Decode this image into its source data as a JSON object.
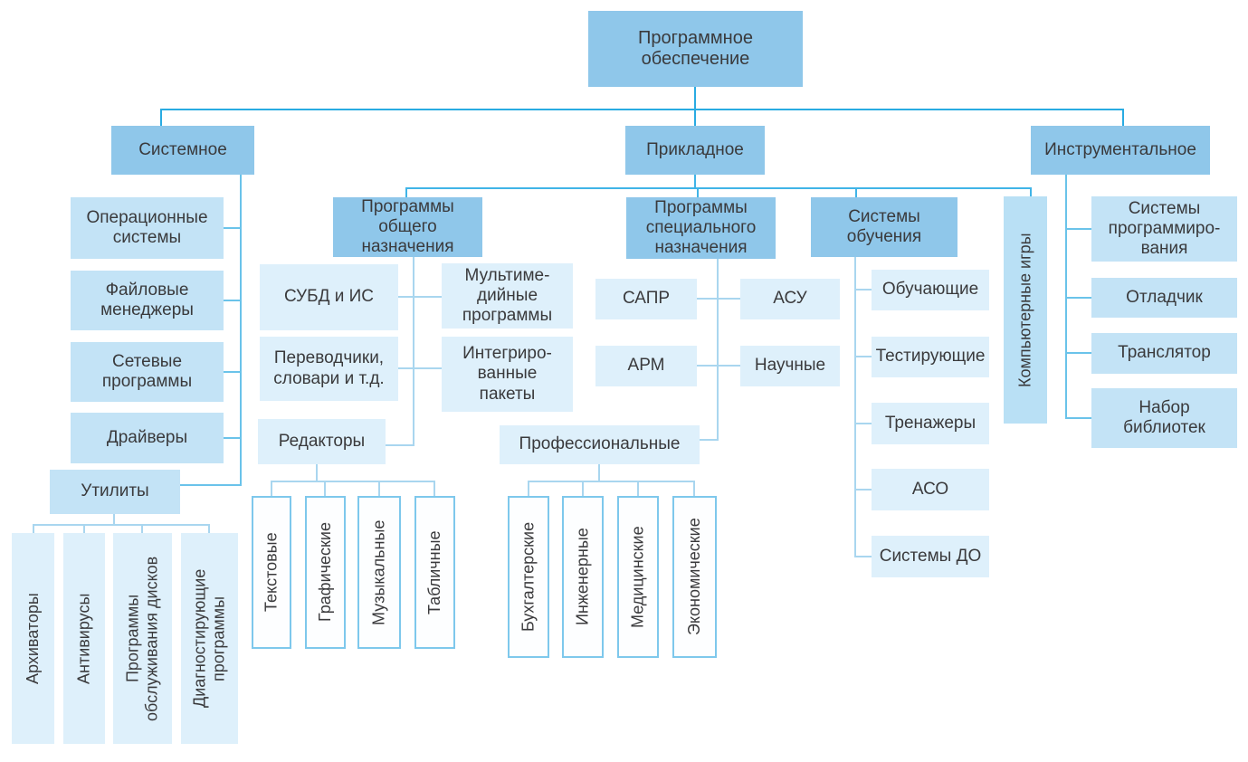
{
  "colors": {
    "header_fill": "#8fc7ea",
    "light_fill": "#c3e3f6",
    "extra_light_fill": "#def0fb",
    "games_fill": "#b9e0f5",
    "white_box_border": "#7ec8ec",
    "line_dark": "#29abe2",
    "line_mid_blue": "#40b4e7",
    "line_mid": "#6ac3ea",
    "line_light": "#a9d6ef",
    "text": "#3a3a3c"
  },
  "nodes": {
    "root": {
      "label": "Программное\nобеспечение"
    },
    "sistemnoe": {
      "label": "Системное"
    },
    "prikladnoe": {
      "label": "Прикладное"
    },
    "instrumentalnoe": {
      "label": "Инструментальное"
    },
    "os": {
      "label": "Операционные\nсистемы"
    },
    "file_managers": {
      "label": "Файловые\nменеджеры"
    },
    "network_programs": {
      "label": "Сетевые\nпрограммы"
    },
    "drivers": {
      "label": "Драйверы"
    },
    "utility": {
      "label": "Утилиты"
    },
    "archivers": {
      "label": "Архиваторы"
    },
    "antivirus": {
      "label": "Антивирусы"
    },
    "disk_service": {
      "label": "Программы\nобслуживания дисков"
    },
    "diagnostic": {
      "label": "Диагностирующие\nпрограммы"
    },
    "general_purpose": {
      "label": "Программы\nобщего\nназначения"
    },
    "dbms": {
      "label": "СУБД и ИС"
    },
    "multimedia": {
      "label": "Мультиме-\nдийные\nпрограммы"
    },
    "translators_dict": {
      "label": "Переводчики,\nсловари и т.д."
    },
    "integrated": {
      "label": "Интегриро-\nванные\nпакеты"
    },
    "editors": {
      "label": "Редакторы"
    },
    "text_editors": {
      "label": "Текстовые"
    },
    "graphic_editors": {
      "label": "Графические"
    },
    "music_editors": {
      "label": "Музыкальные"
    },
    "table_editors": {
      "label": "Табличные"
    },
    "special_purpose": {
      "label": "Программы\nспециального\nназначения"
    },
    "sapr": {
      "label": "САПР"
    },
    "asu": {
      "label": "АСУ"
    },
    "arm": {
      "label": "АРМ"
    },
    "scientific": {
      "label": "Научные"
    },
    "professional": {
      "label": "Профессиональные"
    },
    "accounting": {
      "label": "Бухгалтерские"
    },
    "engineering": {
      "label": "Инженерные"
    },
    "medical": {
      "label": "Медицинские"
    },
    "economic": {
      "label": "Экономические"
    },
    "learning_systems": {
      "label": "Системы\nобучения"
    },
    "teaching": {
      "label": "Обучающие"
    },
    "testing": {
      "label": "Тестирующие"
    },
    "simulators": {
      "label": "Тренажеры"
    },
    "aso": {
      "label": "АСО"
    },
    "do_systems": {
      "label": "Системы ДО"
    },
    "computer_games": {
      "label": "Компьютерные игры"
    },
    "programming_systems": {
      "label": "Системы\nпрограммиро-\nвания"
    },
    "debugger": {
      "label": "Отладчик"
    },
    "translator": {
      "label": "Транслятор"
    },
    "libraries": {
      "label": "Набор\nбиблиотек"
    }
  }
}
